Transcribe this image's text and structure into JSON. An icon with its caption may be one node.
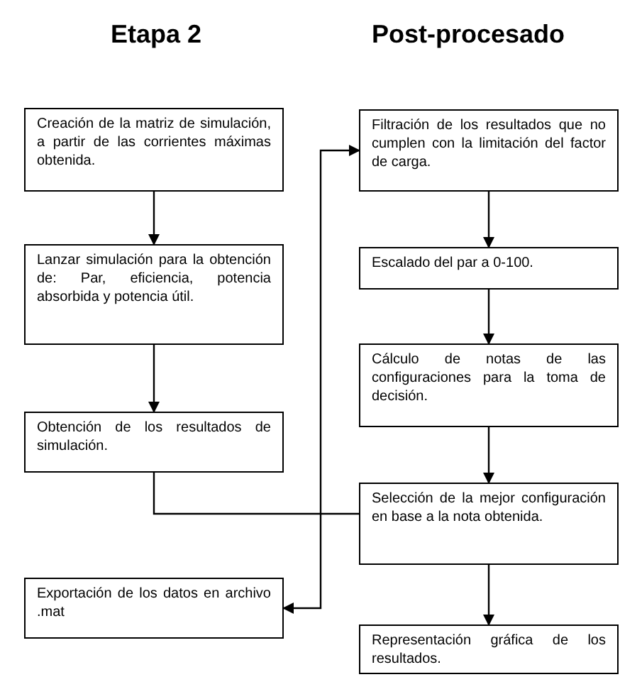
{
  "diagram": {
    "nodes": [
      {
        "text": [
          "Creación de la matriz de simulación, a partir de las corrientes máximas obtenida."
        ]
      },
      {
        "text": [
          "Lanzar simulación para la obtención de: Par, eficiencia, potencia absorbida y potencia útil."
        ]
      },
      {
        "text": [
          "Obtención de los resultados de simulación."
        ]
      },
      {
        "text": [
          "Filtración de los resultados que no cumplen con la limitación del factor de carga."
        ]
      },
      {
        "text": [
          "Escalado del par a 0-100."
        ]
      },
      {
        "text": [
          "Cálculo de notas de las configuraciones para la toma de decisión."
        ]
      },
      {
        "text": [
          "Selección de la mejor configuración en base a la nota obtenida."
        ]
      },
      {
        "text": [
          "Exportación de los datos en archivo .mat"
        ]
      },
      {
        "text": [
          "Representación gráfica de los resultados."
        ]
      }
    ],
    "edges": [
      {
        "from": 0,
        "to": 1,
        "arrow": "to"
      },
      {
        "from": 1,
        "to": 2,
        "arrow": "to"
      },
      {
        "from": 2,
        "to": 3,
        "arrow": "to"
      },
      {
        "from": 3,
        "to": 4,
        "arrow": "to"
      },
      {
        "from": 4,
        "to": 5,
        "arrow": "to"
      },
      {
        "from": 5,
        "to": 6,
        "arrow": "to"
      },
      {
        "from": 6,
        "to": 7,
        "arrow": "to"
      },
      {
        "from": 6,
        "to": 8,
        "arrow": "to"
      }
    ],
    "labels": [
      "Etapa 2",
      "Post-procesado"
    ]
  }
}
